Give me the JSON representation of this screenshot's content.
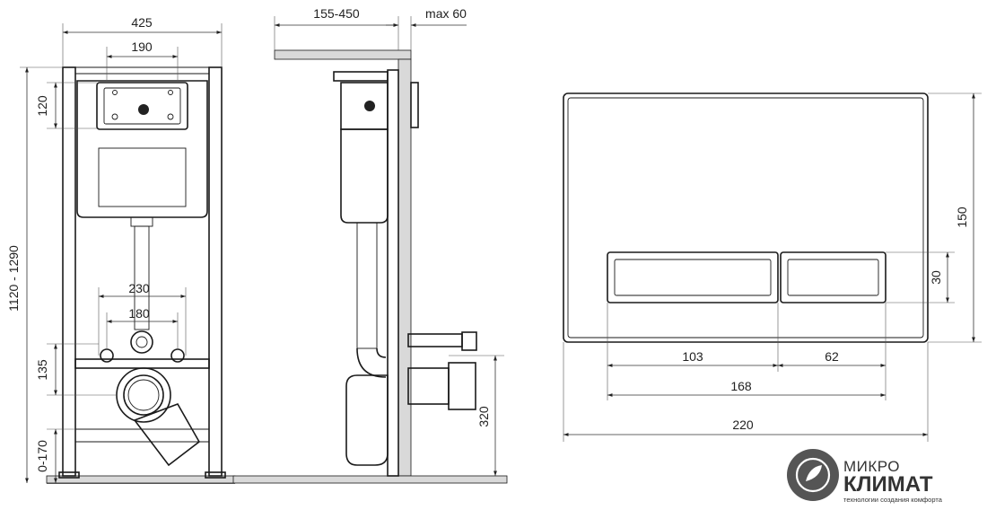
{
  "front_view": {
    "frame_width": "425",
    "cistern_opening_width": "190",
    "cistern_opening_height": "120",
    "total_height": "1120 - 1290",
    "mounting_spacing_outer": "230",
    "mounting_spacing_inner": "180",
    "outlet_height": "135",
    "floor_adjust": "0-170"
  },
  "side_view": {
    "wall_distance": "155-450",
    "max_thickness": "max 60",
    "drain_height": "320"
  },
  "flush_plate": {
    "height": "150",
    "button_height": "30",
    "large_button_width": "103",
    "small_button_width": "62",
    "buttons_total_width": "168",
    "plate_width": "220"
  },
  "logo": {
    "line1": "МИКРО",
    "line2": "КЛИМАТ",
    "tagline": "технологии создания комфорта"
  }
}
